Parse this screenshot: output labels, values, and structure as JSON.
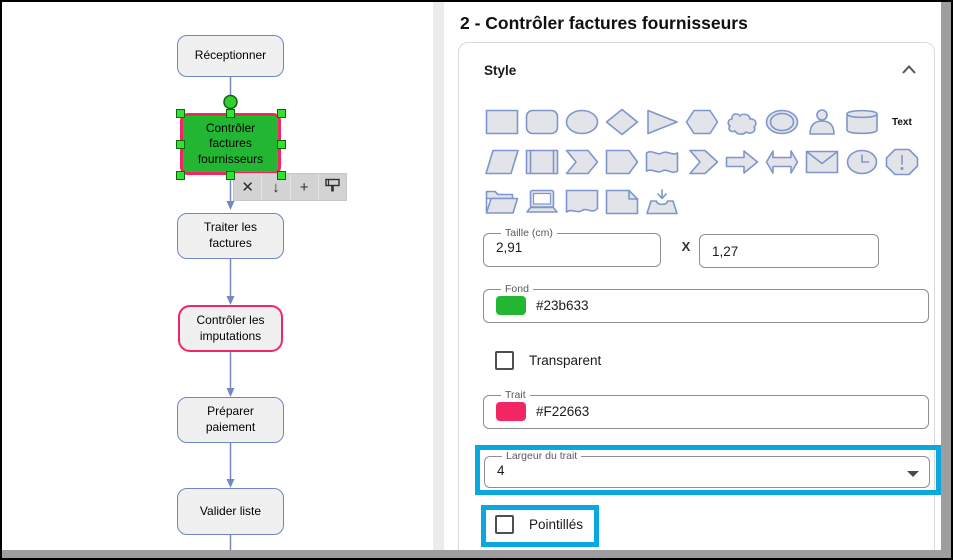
{
  "colors": {
    "highlight": "#0BA7DF",
    "selected_fill": "#23b633",
    "selected_stroke": "#F22663",
    "node_stroke": "#6D87C4",
    "connector": "#7589BE"
  },
  "flowchart": {
    "nodes": {
      "receptionner": "Réceptionner",
      "controler_factures": "Contrôler factures fournisseurs",
      "traiter": "Traiter les factures",
      "controler_imputations": "Contrôler les imputations",
      "preparer": "Préparer paiement",
      "valider": "Valider liste"
    },
    "toolbar_icons": {
      "close": "✕",
      "move_down": "↓",
      "add": "+"
    }
  },
  "panel": {
    "title": "2 - Contrôler factures fournisseurs",
    "style": {
      "header": "Style",
      "text_shape": "Text",
      "shape_rows": [
        [
          "rectangle",
          "rounded-rectangle",
          "ellipse",
          "diamond",
          "triangle",
          "hexagon",
          "cloud",
          "double-ellipse",
          "actor",
          "cylinder"
        ],
        [
          "parallelogram",
          "process",
          "step",
          "pentagon-arrow",
          "tape",
          "chevron",
          "arrow-right",
          "arrow-double",
          "envelope",
          "clock",
          "alert-octagon"
        ],
        [
          "folder",
          "laptop",
          "document",
          "note",
          "inbox"
        ]
      ],
      "size": {
        "label": "Taille (cm)",
        "width": "2,91",
        "times": "X",
        "height": "1,27"
      },
      "fill": {
        "label": "Fond",
        "value": "#23b633",
        "color": "#23b633"
      },
      "transparent_label": "Transparent",
      "stroke": {
        "label": "Trait",
        "value": "#F22663",
        "color": "#F22663"
      },
      "stroke_width": {
        "label": "Largeur du trait",
        "value": "4"
      },
      "dashed_label": "Pointillés"
    }
  }
}
